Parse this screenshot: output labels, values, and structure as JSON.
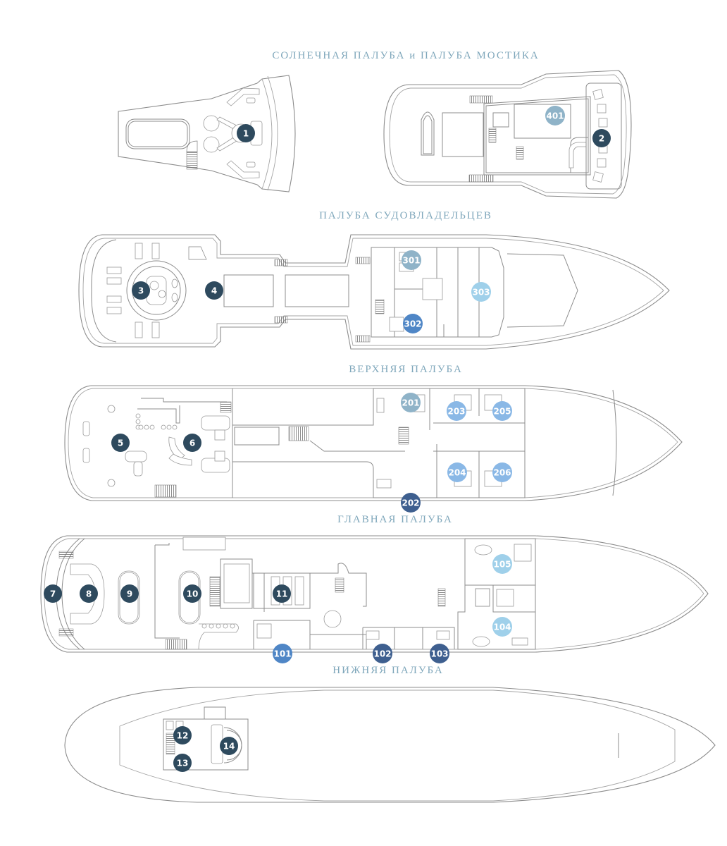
{
  "colors": {
    "title": "#7fa7bb",
    "marker_public": "#2e4a5e",
    "marker_cabin_grey": "#8fb3c8",
    "marker_cabin_light": "#9fd0ea",
    "marker_cabin_mid": "#8ab8e6",
    "marker_cabin_blue": "#4f86c6",
    "marker_cabin_navy": "#3e5f8f"
  },
  "decks": [
    {
      "id": "sun-bridge",
      "title": "СОЛНЕЧНАЯ ПАЛУБА и ПАЛУБА МОСТИКА",
      "markers": [
        {
          "label": "1",
          "kind": "public"
        },
        {
          "label": "2",
          "kind": "public"
        },
        {
          "label": "401",
          "kind": "cabin_grey"
        }
      ]
    },
    {
      "id": "owners",
      "title": "ПАЛУБА СУДОВЛАДЕЛЬЦЕВ",
      "markers": [
        {
          "label": "3",
          "kind": "public"
        },
        {
          "label": "4",
          "kind": "public"
        },
        {
          "label": "301",
          "kind": "cabin_grey"
        },
        {
          "label": "302",
          "kind": "cabin_blue"
        },
        {
          "label": "303",
          "kind": "cabin_light"
        }
      ]
    },
    {
      "id": "upper",
      "title": "ВЕРХНЯЯ ПАЛУБА",
      "markers": [
        {
          "label": "5",
          "kind": "public"
        },
        {
          "label": "6",
          "kind": "public"
        },
        {
          "label": "201",
          "kind": "cabin_grey"
        },
        {
          "label": "202",
          "kind": "cabin_navy"
        },
        {
          "label": "203",
          "kind": "cabin_mid"
        },
        {
          "label": "204",
          "kind": "cabin_mid"
        },
        {
          "label": "205",
          "kind": "cabin_mid"
        },
        {
          "label": "206",
          "kind": "cabin_mid"
        }
      ]
    },
    {
      "id": "main",
      "title": "ГЛАВНАЯ ПАЛУБА",
      "markers": [
        {
          "label": "7",
          "kind": "public"
        },
        {
          "label": "8",
          "kind": "public"
        },
        {
          "label": "9",
          "kind": "public"
        },
        {
          "label": "10",
          "kind": "public"
        },
        {
          "label": "11",
          "kind": "public"
        },
        {
          "label": "101",
          "kind": "cabin_blue"
        },
        {
          "label": "102",
          "kind": "cabin_navy"
        },
        {
          "label": "103",
          "kind": "cabin_navy"
        },
        {
          "label": "104",
          "kind": "cabin_light"
        },
        {
          "label": "105",
          "kind": "cabin_light"
        }
      ]
    },
    {
      "id": "lower",
      "title": "НИЖНЯЯ ПАЛУБА",
      "markers": [
        {
          "label": "12",
          "kind": "public"
        },
        {
          "label": "13",
          "kind": "public"
        },
        {
          "label": "14",
          "kind": "public"
        }
      ]
    }
  ]
}
